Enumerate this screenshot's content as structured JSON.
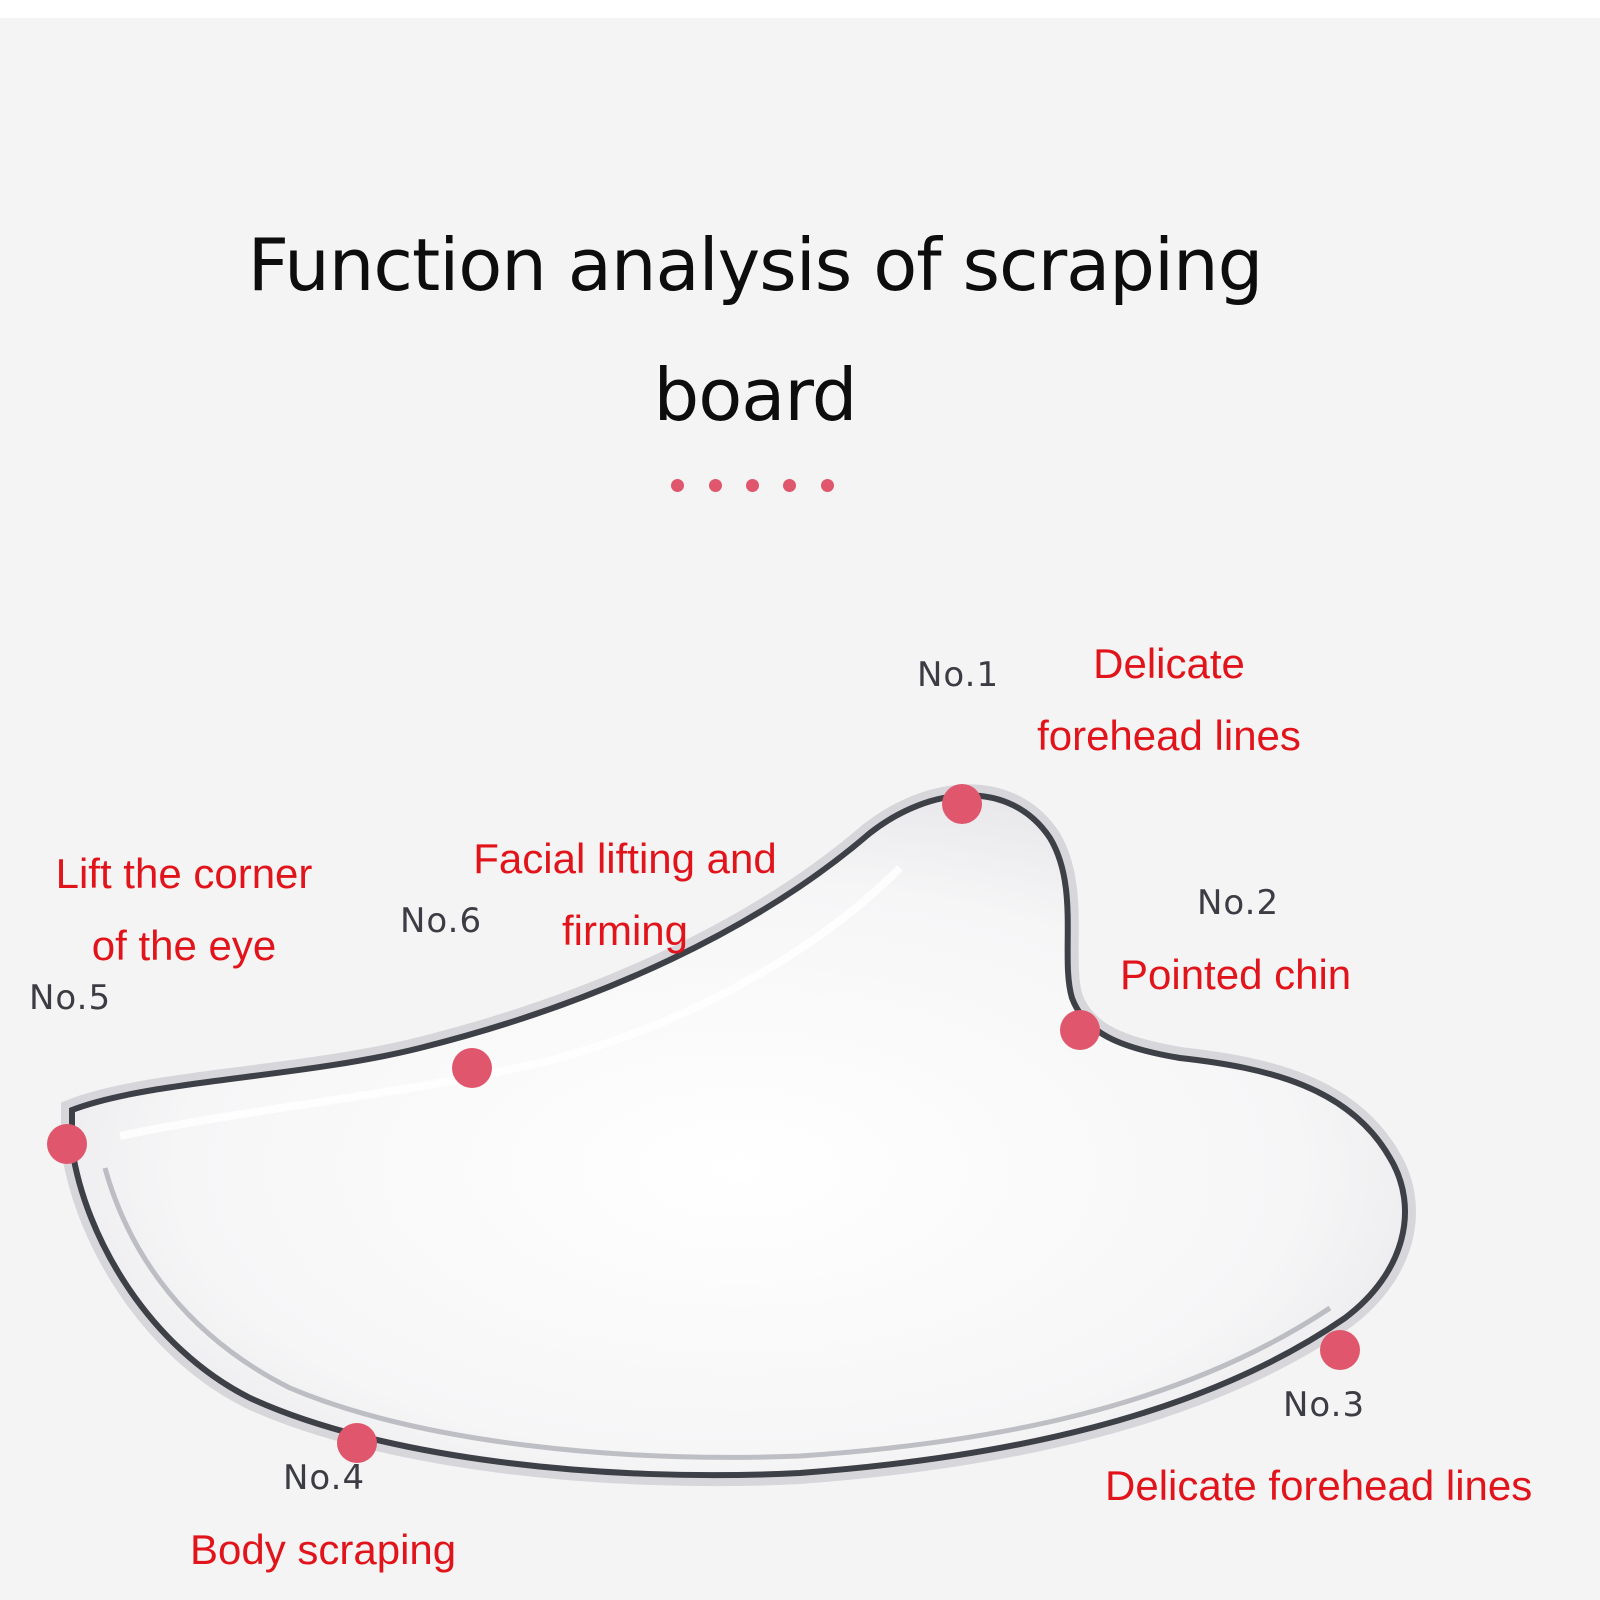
{
  "title": {
    "line1": "Function analysis of scraping",
    "line2": "board"
  },
  "colors": {
    "accent_text": "#e2141b",
    "marker": "#e0566c",
    "number_text": "#3c3c44",
    "title_text": "#0d0d0d",
    "background": "#f4f4f4"
  },
  "decorative_dots": 5,
  "board_icon": "gua-sha-board-icon",
  "points": [
    {
      "number": "No.1",
      "lines": [
        "Delicate",
        "forehead lines"
      ]
    },
    {
      "number": "No.2",
      "lines": [
        "Pointed chin"
      ]
    },
    {
      "number": "No.3",
      "lines": [
        "Delicate forehead lines"
      ]
    },
    {
      "number": "No.4",
      "lines": [
        "Body scraping"
      ]
    },
    {
      "number": "No.5",
      "lines": [
        "Lift the corner",
        "of the eye"
      ]
    },
    {
      "number": "No.6",
      "lines": [
        "Facial lifting and",
        "firming"
      ]
    }
  ]
}
